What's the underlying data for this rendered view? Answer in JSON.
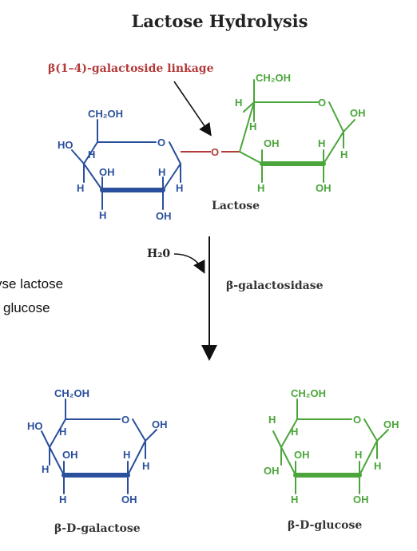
{
  "title": "Lactose Hydrolysis",
  "linkage_label": "β(1–4)-galactoside linkage",
  "lactose_label": "Lactose",
  "water_label": "H₂0",
  "enzyme_label": "β-galactosidase",
  "product_galactose_label": "β-D-galactose",
  "product_glucose_label": "β-D-glucose",
  "cropped_text": [
    "yse lactose",
    "glucose"
  ],
  "atom_labels": {
    "ch2oh": "CH₂OH",
    "ring_o": "O",
    "oh": "OH",
    "ho": "HO",
    "h": "H",
    "bridge_o": "O"
  },
  "colors": {
    "galactose": "#2a4f9c",
    "glucose": "#4aa53a",
    "linkage": "#b33a3a",
    "text": "#222222"
  }
}
